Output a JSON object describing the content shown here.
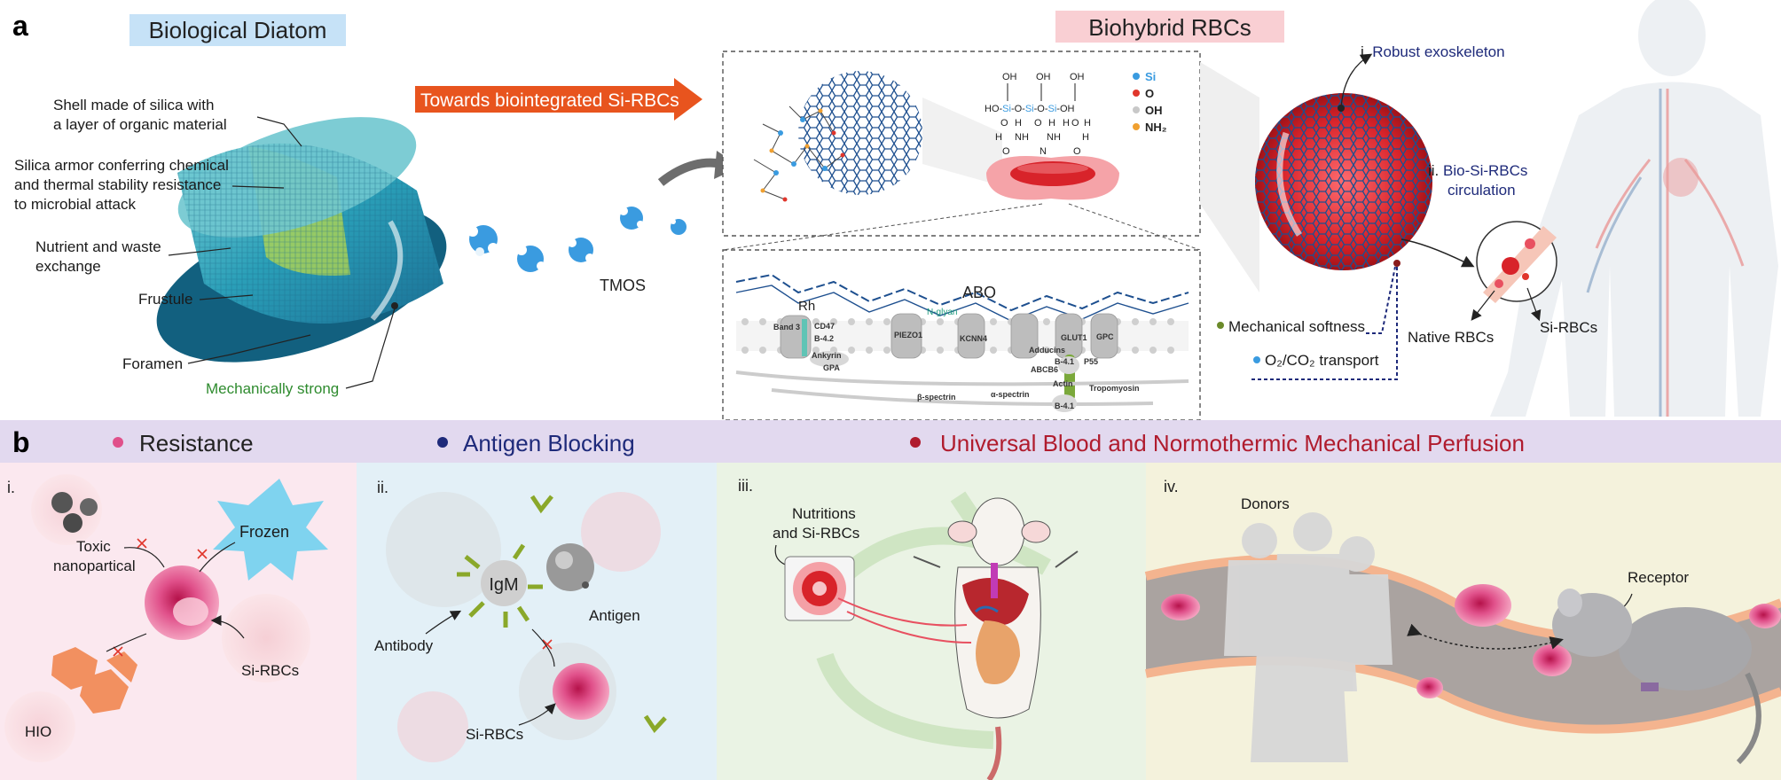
{
  "panel_a": {
    "letter": "a",
    "diatom_title": "Biological Diatom",
    "diatom_labels": {
      "shell": [
        "Shell made of silica with",
        "a layer of organic material"
      ],
      "armor": [
        "Silica armor conferring chemical",
        "and thermal stability resistance",
        "to microbial attack"
      ],
      "exchange": [
        "Nutrient and waste",
        "exchange"
      ],
      "frustule": "Frustule",
      "foramen": "Foramen",
      "strong": "Mechanically strong"
    },
    "arrow_label": "Towards biointegrated Si-RBCs",
    "tmos_label": "TMOS",
    "biohybrid_title": "Biohybrid RBCs",
    "chem_legend": [
      {
        "label": "Si",
        "color": "#3a9be0"
      },
      {
        "label": "O",
        "color": "#e0362c"
      },
      {
        "label": "OH",
        "color": "#c8c8c8"
      },
      {
        "label": "NH₂",
        "color": "#f0a030"
      }
    ],
    "chem_structure": {
      "oh_top": [
        "OH",
        "OH",
        "OH"
      ],
      "chain_parts": [
        "HO-",
        "Si",
        "-O-",
        "Si",
        "-O-",
        "Si",
        "-OH"
      ],
      "row3": [
        "O",
        "H",
        "O",
        "H",
        "H",
        "O",
        "H"
      ],
      "row4": [
        "H",
        "NH",
        "NH",
        "H"
      ],
      "row5": [
        "O",
        "N",
        "O"
      ]
    },
    "membrane_labels": {
      "abo": "ABO",
      "rh": "Rh",
      "nglycan": "N-glyan",
      "band3": "Band 3",
      "cd47": "CD47",
      "b42": "B-4.2",
      "ankyrin": "Ankyrin",
      "gpa": "GPA",
      "piezo1": "PIEZO1",
      "kcnn4": "KCNN4",
      "adducins": "Adducins",
      "glut1": "GLUT1",
      "gpc": "GPC",
      "b41a": "B-4.1",
      "p55": "P55",
      "abcb6": "ABCB6",
      "actin": "Actin",
      "tropomyosin": "Tropomyosin",
      "bspectrin": "β-spectrin",
      "aspectrin": "α-spectrin",
      "b41b": "B-4.1"
    },
    "properties": {
      "softness": "Mechanical softness",
      "transport": "O₂/CO₂ transport",
      "robust_prefix": "i. ",
      "robust": "Robust exoskeleton",
      "circulation_prefix": "ii. ",
      "circulation": [
        "Bio-Si-RBCs",
        "circulation"
      ],
      "native": "Native RBCs",
      "si_rbcs": "Si-RBCs"
    },
    "colors": {
      "diatom_title_bg": "#c6e2f7",
      "biohybrid_title_bg": "#f9cfd3",
      "arrow": "#e8541e",
      "rbc_red": "#d8232a",
      "lattice": "#1d4f8f",
      "softness_dot": "#6b8a2a",
      "transport_dot": "#3a9be0"
    }
  },
  "panel_b": {
    "letter": "b",
    "headers": [
      {
        "dot_color": "#e0508a",
        "label": "Resistance",
        "color": "#222222"
      },
      {
        "dot_color": "#1e2a7a",
        "label": "Antigen Blocking",
        "color": "#1e2a7a"
      },
      {
        "dot_color": "#b01c2e",
        "label": "Universal Blood and Normothermic Mechanical Perfusion",
        "color": "#b01c2e"
      }
    ],
    "sub_i": {
      "numeral": "i.",
      "toxic": [
        "Toxic",
        "nanopartical"
      ],
      "frozen": "Frozen",
      "si_rbcs": "Si-RBCs",
      "hio": "HIO"
    },
    "sub_ii": {
      "numeral": "ii.",
      "igm": "IgM",
      "antigen": "Antigen",
      "antibody": "Antibody",
      "si_rbcs": "Si-RBCs"
    },
    "sub_iii": {
      "numeral": "iii.",
      "nutritions": [
        "Nutritions",
        "and Si-RBCs"
      ]
    },
    "sub_iv": {
      "numeral": "iv.",
      "donors": "Donors",
      "receptor": "Receptor"
    },
    "colors": {
      "header_bar": "#e2d9ef",
      "bg_i": "#fbe8ef",
      "bg_ii": "#e3f0f7",
      "bg_iii": "#eaf3e4",
      "bg_iv": "#f4f2dc"
    }
  }
}
